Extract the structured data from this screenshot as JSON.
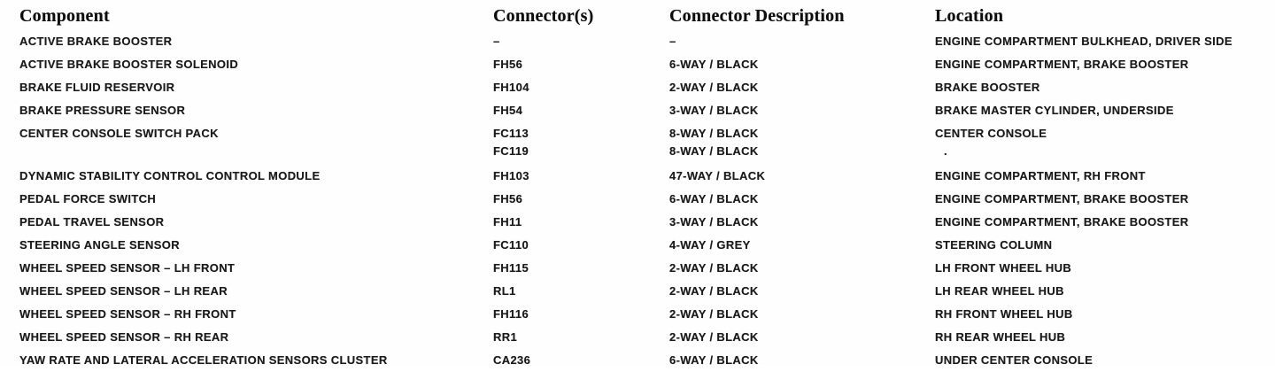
{
  "page": {
    "background_color": "#fefefe",
    "text_color": "#1a1a1a",
    "header_text_color": "#0d0d0d"
  },
  "table": {
    "headers": [
      {
        "label": "Component"
      },
      {
        "label": "Connector(s)"
      },
      {
        "label": "Connector Description"
      },
      {
        "label": "Location"
      }
    ],
    "rows": [
      {
        "component": [
          "ACTIVE BRAKE BOOSTER"
        ],
        "connectors": [
          "–"
        ],
        "descriptions": [
          "–"
        ],
        "locations": [
          "ENGINE COMPARTMENT BULKHEAD, DRIVER SIDE"
        ]
      },
      {
        "component": [
          "ACTIVE BRAKE BOOSTER SOLENOID"
        ],
        "connectors": [
          "FH56"
        ],
        "descriptions": [
          "6-WAY / BLACK"
        ],
        "locations": [
          "ENGINE COMPARTMENT, BRAKE BOOSTER"
        ]
      },
      {
        "component": [
          "BRAKE FLUID RESERVOIR"
        ],
        "connectors": [
          "FH104"
        ],
        "descriptions": [
          "2-WAY / BLACK"
        ],
        "locations": [
          "BRAKE BOOSTER"
        ]
      },
      {
        "component": [
          "BRAKE PRESSURE SENSOR"
        ],
        "connectors": [
          "FH54"
        ],
        "descriptions": [
          "3-WAY / BLACK"
        ],
        "locations": [
          "BRAKE MASTER CYLINDER, UNDERSIDE"
        ]
      },
      {
        "component": [
          "CENTER CONSOLE SWITCH PACK"
        ],
        "connectors": [
          "FC113",
          "FC119"
        ],
        "descriptions": [
          "8-WAY / BLACK",
          "8-WAY / BLACK"
        ],
        "locations": [
          "CENTER CONSOLE",
          "."
        ]
      },
      {
        "component": [
          "DYNAMIC STABILITY CONTROL CONTROL MODULE"
        ],
        "connectors": [
          "FH103"
        ],
        "descriptions": [
          "47-WAY / BLACK"
        ],
        "locations": [
          "ENGINE COMPARTMENT, RH FRONT"
        ]
      },
      {
        "component": [
          "PEDAL FORCE SWITCH"
        ],
        "connectors": [
          "FH56"
        ],
        "descriptions": [
          "6-WAY / BLACK"
        ],
        "locations": [
          "ENGINE COMPARTMENT, BRAKE BOOSTER"
        ]
      },
      {
        "component": [
          "PEDAL TRAVEL SENSOR"
        ],
        "connectors": [
          "FH11"
        ],
        "descriptions": [
          "3-WAY / BLACK"
        ],
        "locations": [
          "ENGINE COMPARTMENT, BRAKE BOOSTER"
        ]
      },
      {
        "component": [
          "STEERING ANGLE SENSOR"
        ],
        "connectors": [
          "FC110"
        ],
        "descriptions": [
          "4-WAY / GREY"
        ],
        "locations": [
          "STEERING COLUMN"
        ]
      },
      {
        "component": [
          "WHEEL SPEED SENSOR – LH FRONT"
        ],
        "connectors": [
          "FH115"
        ],
        "descriptions": [
          "2-WAY / BLACK"
        ],
        "locations": [
          "LH FRONT WHEEL HUB"
        ]
      },
      {
        "component": [
          "WHEEL SPEED SENSOR – LH REAR"
        ],
        "connectors": [
          "RL1"
        ],
        "descriptions": [
          "2-WAY / BLACK"
        ],
        "locations": [
          "LH REAR WHEEL HUB"
        ]
      },
      {
        "component": [
          "WHEEL SPEED SENSOR – RH FRONT"
        ],
        "connectors": [
          "FH116"
        ],
        "descriptions": [
          "2-WAY / BLACK"
        ],
        "locations": [
          "RH FRONT WHEEL HUB"
        ]
      },
      {
        "component": [
          "WHEEL SPEED SENSOR – RH REAR"
        ],
        "connectors": [
          "RR1"
        ],
        "descriptions": [
          "2-WAY / BLACK"
        ],
        "locations": [
          "RH REAR WHEEL HUB"
        ]
      },
      {
        "component": [
          "YAW RATE AND LATERAL ACCELERATION SENSORS CLUSTER"
        ],
        "connectors": [
          "CA236"
        ],
        "descriptions": [
          "6-WAY / BLACK"
        ],
        "locations": [
          "UNDER CENTER CONSOLE"
        ]
      }
    ]
  }
}
